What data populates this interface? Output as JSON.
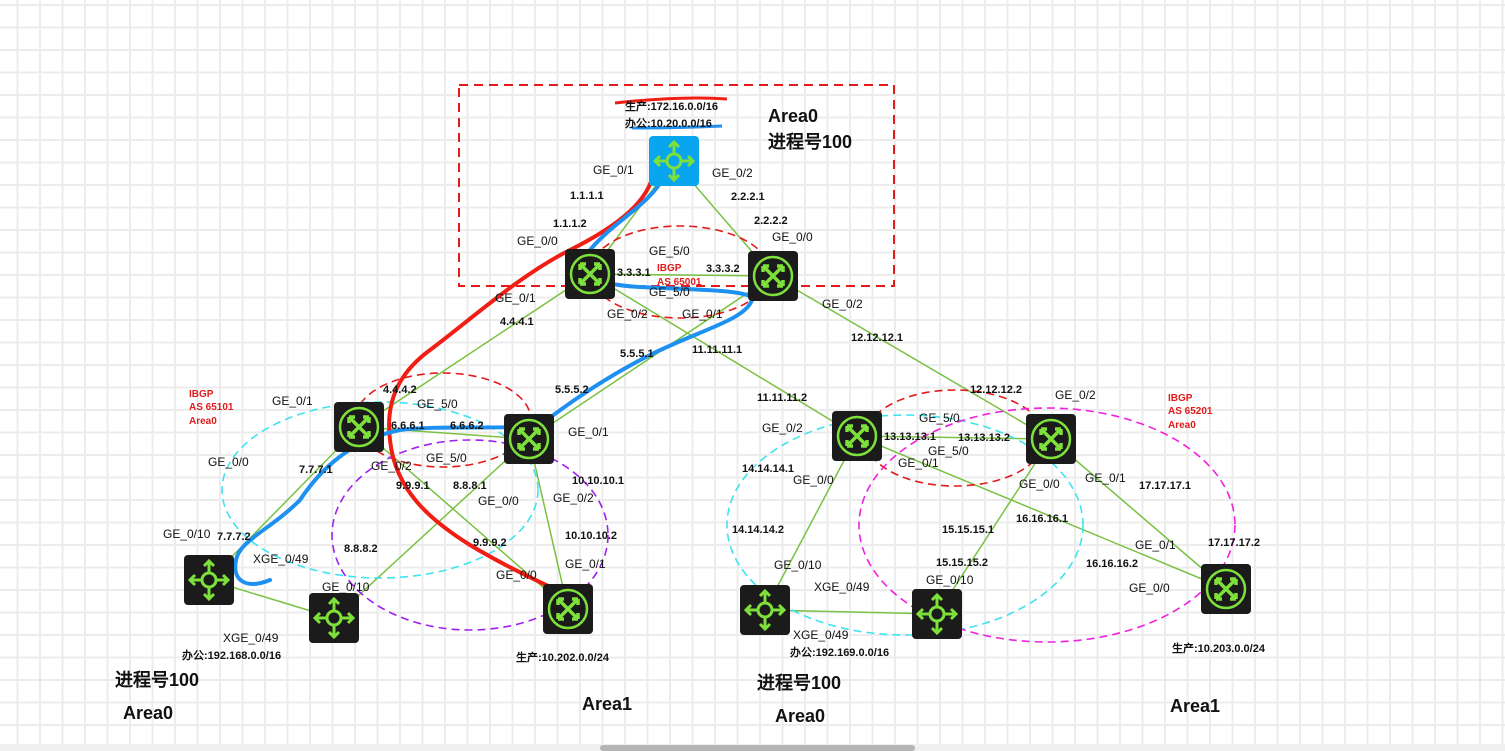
{
  "colors": {
    "link": "#7ac143",
    "ibgp_ellipse": "#e21b1b",
    "ospf_area0_ellipse": "#3fe3f0",
    "ospf_area1_left": "#a020f0",
    "ospf_area1_right": "#f020e0",
    "production_path": "#f01e14",
    "office_path": "#1e90f0",
    "core_switch": "#0aa5ef",
    "device": "#1b1b1b",
    "icon": "#7ee03a"
  },
  "devices": [
    {
      "name": "core-switch",
      "type": "switch"
    },
    {
      "name": "router-r1",
      "type": "router"
    },
    {
      "name": "router-r2",
      "type": "router"
    },
    {
      "name": "router-l1",
      "type": "router"
    },
    {
      "name": "router-l2",
      "type": "router"
    },
    {
      "name": "switch-l3",
      "type": "switch"
    },
    {
      "name": "switch-l4",
      "type": "switch"
    },
    {
      "name": "router-l5",
      "type": "router"
    },
    {
      "name": "router-m1",
      "type": "router"
    },
    {
      "name": "router-m2",
      "type": "router"
    },
    {
      "name": "router-m3",
      "type": "router"
    },
    {
      "name": "switch-m4",
      "type": "switch"
    },
    {
      "name": "switch-m5",
      "type": "switch"
    }
  ],
  "labels": [
    "生产:172.16.0.0/16",
    "办公:10.20.0.0/16",
    "Area0",
    "进程号100",
    "GE_0/1",
    "GE_0/2",
    "1.1.1.1",
    "2.2.2.1",
    "1.1.1.2",
    "2.2.2.2",
    "GE_0/0",
    "GE_0/0",
    "GE_5/0",
    "3.3.3.1",
    "IBGP",
    "3.3.3.2",
    "AS 65001",
    "GE_5/0",
    "GE_0/1",
    "GE_0/2",
    "GE_0/2",
    "GE_0/1",
    "4.4.4.1",
    "5.5.5.1",
    "11.11.11.1",
    "12.12.12.1",
    "IBGP",
    "AS 65101",
    "Area0",
    "4.4.4.2",
    "GE_0/1",
    "5.5.5.2",
    "GE_5/0",
    "6.6.6.1",
    "6.6.6.2",
    "GE_0/1",
    "GE_0/0",
    "GE_5/0",
    "GE_0/2",
    "7.7.7.1",
    "10.10.10.1",
    "9.9.9.1",
    "8.8.8.1",
    "GE_0/0",
    "GE_0/2",
    "GE_0/10",
    "7.7.7.2",
    "10.10.10.2",
    "9.9.9.2",
    "8.8.8.2",
    "XGE_0/49",
    "GE_0/1",
    "GE_0/0",
    "GE_0/10",
    "XGE_0/49",
    "办公:192.168.0.0/16",
    "生产:10.202.0.0/24",
    "进程号100",
    "Area0",
    "Area1",
    "11.11.11.2",
    "12.12.12.2",
    "GE_0/2",
    "IBGP",
    "AS 65201",
    "Area0",
    "GE_5/0",
    "GE_0/2",
    "13.13.13.1",
    "13.13.13.2",
    "GE_5/0",
    "GE_0/1",
    "14.14.14.1",
    "GE_0/0",
    "GE_0/0",
    "GE_0/1",
    "17.17.17.1",
    "16.16.16.1",
    "15.15.15.1",
    "14.14.14.2",
    "GE_0/1",
    "17.17.17.2",
    "15.15.15.2",
    "GE_0/10",
    "16.16.16.2",
    "XGE_0/49",
    "GE_0/10",
    "GE_0/0",
    "XGE_0/49",
    "办公:192.169.0.0/16",
    "生产:10.203.0.0/24",
    "进程号100",
    "Area0",
    "Area1"
  ]
}
